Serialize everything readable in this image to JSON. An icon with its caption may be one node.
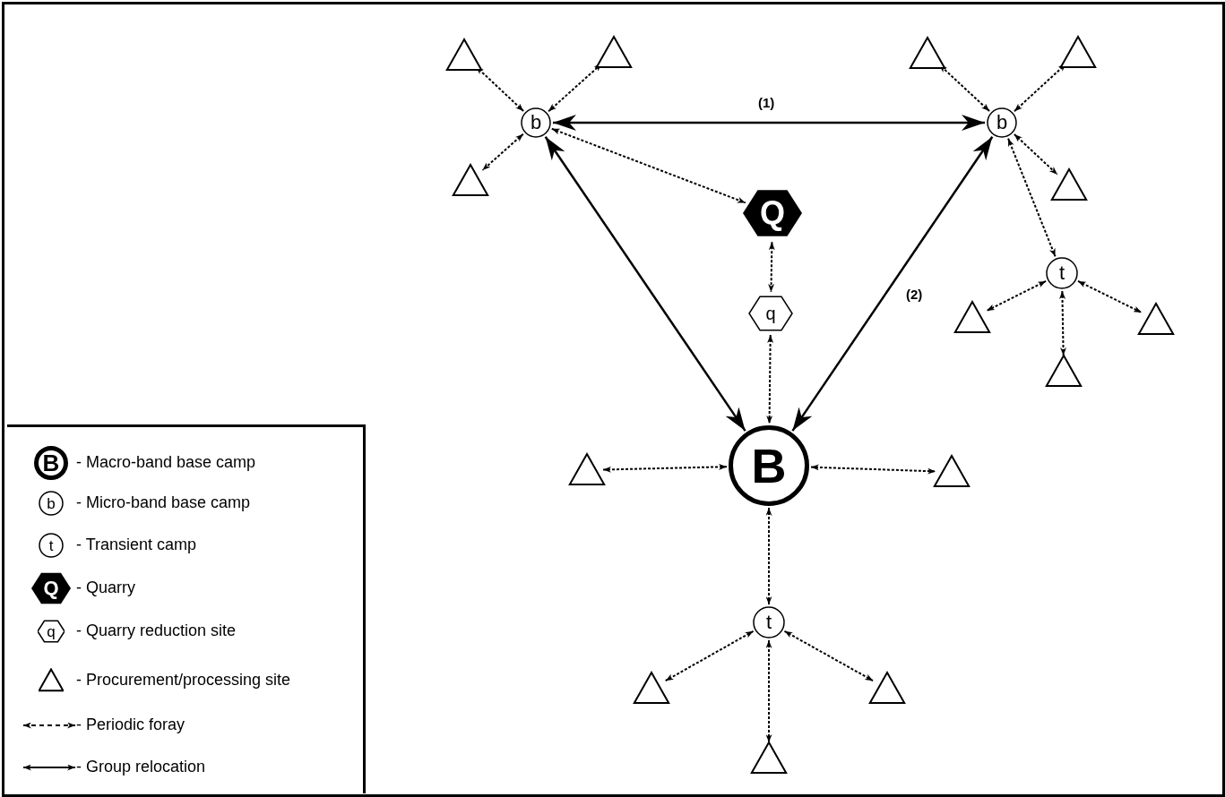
{
  "diagram": {
    "nodes": [
      {
        "text": [],
        "shape": "triangle"
      },
      {
        "text": [
          "b"
        ]
      },
      {
        "text": [],
        "shape": "triangle"
      },
      {
        "text": [],
        "shape": "triangle"
      },
      {
        "text": [
          "b"
        ]
      },
      {
        "text": [],
        "shape": "triangle"
      },
      {
        "text": [],
        "shape": "triangle"
      },
      {
        "text": [],
        "shape": "triangle"
      },
      {
        "text": [
          "Q"
        ]
      },
      {
        "text": [
          "t"
        ]
      },
      {
        "text": [
          "q"
        ]
      },
      {
        "text": [],
        "shape": "triangle"
      },
      {
        "text": [],
        "shape": "triangle"
      },
      {
        "text": [],
        "shape": "triangle"
      },
      {
        "text": [],
        "shape": "triangle"
      },
      {
        "text": [
          "B"
        ]
      },
      {
        "text": [],
        "shape": "triangle"
      },
      {
        "text": [
          "t"
        ]
      },
      {
        "text": [],
        "shape": "triangle"
      },
      {
        "text": [],
        "shape": "triangle"
      },
      {
        "text": [],
        "shape": "triangle"
      }
    ],
    "edges": [
      {
        "from": 1,
        "to": 4,
        "arrow": "both",
        "label": "(1)"
      },
      {
        "from": 1,
        "to": 15,
        "arrow": "both"
      },
      {
        "from": 4,
        "to": 15,
        "arrow": "both",
        "label": "(2)"
      },
      {
        "from": 1,
        "to": 0,
        "arrow": "both",
        "style": "dashed"
      },
      {
        "from": 1,
        "to": 2,
        "arrow": "both",
        "style": "dashed"
      },
      {
        "from": 1,
        "to": 6,
        "arrow": "both",
        "style": "dashed"
      },
      {
        "from": 1,
        "to": 8,
        "arrow": "both",
        "style": "dashed"
      },
      {
        "from": 4,
        "to": 3,
        "arrow": "both",
        "style": "dashed"
      },
      {
        "from": 4,
        "to": 5,
        "arrow": "both",
        "style": "dashed"
      },
      {
        "from": 4,
        "to": 7,
        "arrow": "both",
        "style": "dashed"
      },
      {
        "from": 4,
        "to": 9,
        "arrow": "both",
        "style": "dashed"
      },
      {
        "from": 9,
        "to": 11,
        "arrow": "both",
        "style": "dashed"
      },
      {
        "from": 9,
        "to": 12,
        "arrow": "both",
        "style": "dashed"
      },
      {
        "from": 9,
        "to": 13,
        "arrow": "both",
        "style": "dashed"
      },
      {
        "from": 8,
        "to": 10,
        "arrow": "both",
        "style": "dashed"
      },
      {
        "from": 10,
        "to": 15,
        "arrow": "both",
        "style": "dashed"
      },
      {
        "from": 15,
        "to": 14,
        "arrow": "both",
        "style": "dashed"
      },
      {
        "from": 15,
        "to": 16,
        "arrow": "both",
        "style": "dashed"
      },
      {
        "from": 15,
        "to": 17,
        "arrow": "both",
        "style": "dashed"
      },
      {
        "from": 17,
        "to": 18,
        "arrow": "both",
        "style": "dashed"
      },
      {
        "from": 17,
        "to": 19,
        "arrow": "both",
        "style": "dashed"
      },
      {
        "from": 17,
        "to": 20,
        "arrow": "both",
        "style": "dashed"
      }
    ],
    "labels": [
      "B",
      "b",
      "t",
      "Q",
      "q"
    ],
    "legend": [
      {
        "text": "- Macro-band base camp"
      },
      {
        "text": "- Micro-band base camp"
      },
      {
        "text": "- Transient camp"
      },
      {
        "text": "- Quarry"
      },
      {
        "text": "- Quarry reduction site"
      },
      {
        "text": "- Procurement/processing site"
      },
      {
        "text": "- Periodic foray"
      },
      {
        "text": "- Group relocation"
      }
    ]
  }
}
